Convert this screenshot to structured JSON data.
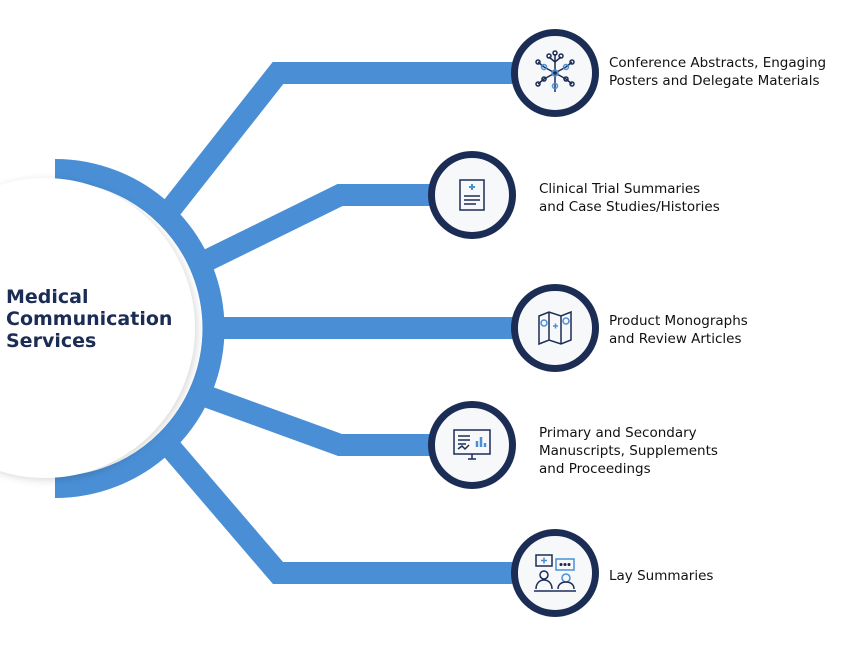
{
  "title": [
    "Medical",
    "Communication",
    "Services"
  ],
  "colors": {
    "branch": "#4a8fd6",
    "ring": "#1b2c55",
    "text": "#1b2c55"
  },
  "services": [
    {
      "icon": "molecule-network-icon",
      "lines": [
        "Conference Abstracts, Engaging",
        "Posters and Delegate Materials"
      ]
    },
    {
      "icon": "medical-clipboard-icon",
      "lines": [
        "Clinical Trial Summaries",
        "and Case Studies/Histories"
      ]
    },
    {
      "icon": "medical-brochure-icon",
      "lines": [
        "Product Monographs",
        "and Review Articles"
      ]
    },
    {
      "icon": "monitor-chart-icon",
      "lines": [
        "Primary and Secondary",
        "Manuscripts, Supplements",
        "and Proceedings"
      ]
    },
    {
      "icon": "doctor-patient-chat-icon",
      "lines": [
        "Lay Summaries"
      ]
    }
  ]
}
